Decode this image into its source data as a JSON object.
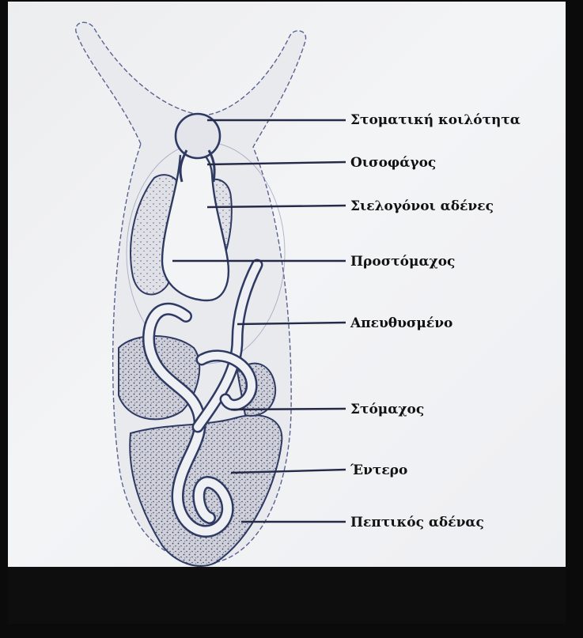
{
  "labels": {
    "mouth": "Στοματική κοιλότητα",
    "esophagus": "Οισοφάγος",
    "salivary": "Σιελογόνοι αδένες",
    "crop": "Προστόμαχος",
    "rectum": "Απευθυσμένο",
    "stomach": "Στόμαχος",
    "intestine": "Έντερο",
    "digestive_gland": "Πεπτικός αδένας"
  },
  "colors": {
    "ink": "#2f3a63",
    "label_text": "#121212",
    "paper": "#eef0f2",
    "border": "#0b0b0b"
  }
}
